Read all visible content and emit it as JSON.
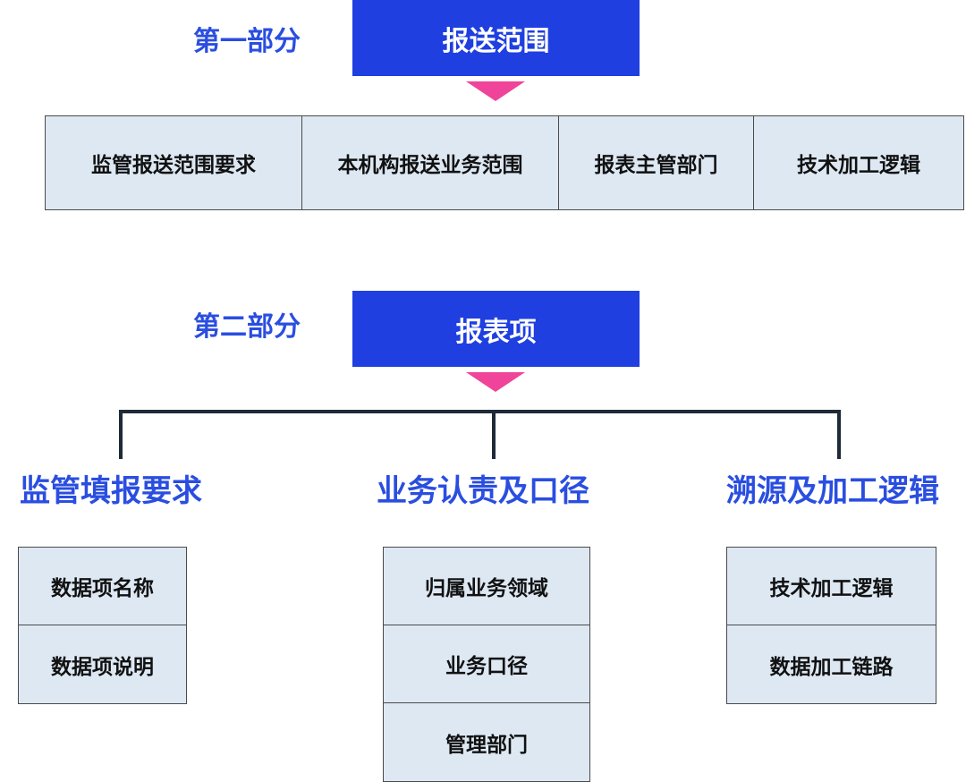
{
  "part1": {
    "label": "第一部分",
    "header": "报送范围",
    "items": [
      "监管报送范围要求",
      "本机构报送业务范围",
      "报表主管部门",
      "技术加工逻辑"
    ]
  },
  "part2": {
    "label": "第二部分",
    "header": "报表项",
    "columns": [
      {
        "title": "监管填报要求",
        "items": [
          "数据项名称",
          "数据项说明"
        ]
      },
      {
        "title": "业务认责及口径",
        "items": [
          "归属业务领域",
          "业务口径",
          "管理部门"
        ]
      },
      {
        "title": "溯源及加工逻辑",
        "items": [
          "技术加工逻辑",
          "数据加工链路"
        ]
      }
    ]
  },
  "colors": {
    "header_bg": "#1f3fe0",
    "label_text": "#2a4ee0",
    "arrow": "#f0449a",
    "cell_bg": "#dde8f3",
    "tree_line": "#1e2a38"
  }
}
